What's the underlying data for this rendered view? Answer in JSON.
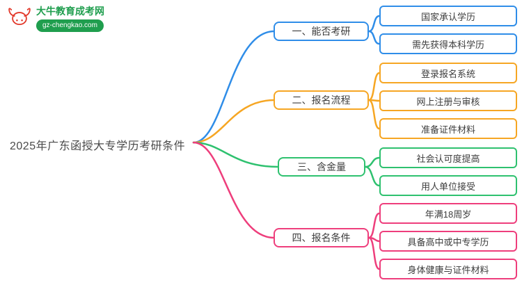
{
  "logo": {
    "site_name": "大牛教育成考网",
    "site_url": "gz-chengkao.com",
    "brand_green": "#1f9e4e",
    "brand_red": "#e2382a"
  },
  "root": {
    "label": "2025年广东函授大专学历考研条件"
  },
  "branches": [
    {
      "label": "一、能否考研",
      "color": "#2f8de8",
      "children": [
        "国家承认学历",
        "需先获得本科学历"
      ]
    },
    {
      "label": "二、报名流程",
      "color": "#f6a623",
      "children": [
        "登录报名系统",
        "网上注册与审核",
        "准备证件材料"
      ]
    },
    {
      "label": "三、含金量",
      "color": "#2ec16f",
      "children": [
        "社会认可度提高",
        "用人单位接受"
      ]
    },
    {
      "label": "四、报名条件",
      "color": "#ee3e7c",
      "children": [
        "年满18周岁",
        "具备高中或中专学历",
        "身体健康与证件材料"
      ]
    }
  ]
}
